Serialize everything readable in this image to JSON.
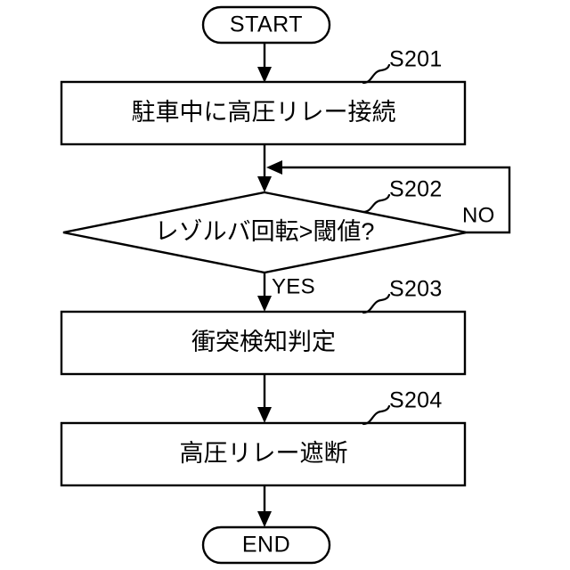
{
  "diagram": {
    "type": "flowchart",
    "orientation": "vertical",
    "background_color": "#ffffff",
    "line_color": "#000000",
    "text_color": "#000000",
    "nodes": {
      "start": {
        "label": "START",
        "shape": "terminator"
      },
      "s201": {
        "label": "駐車中に高圧リレー接続",
        "shape": "process",
        "step": "S201"
      },
      "s202": {
        "label": "レゾルバ回転>閾値?",
        "shape": "decision",
        "step": "S202"
      },
      "s203": {
        "label": "衝突検知判定",
        "shape": "process",
        "step": "S203"
      },
      "s204": {
        "label": "高圧リレー遮断",
        "shape": "process",
        "step": "S204"
      },
      "end": {
        "label": "END",
        "shape": "terminator"
      }
    },
    "branches": {
      "yes": "YES",
      "no": "NO"
    },
    "step_labels": {
      "s201": "S201",
      "s202": "S202",
      "s203": "S203",
      "s204": "S204"
    }
  }
}
